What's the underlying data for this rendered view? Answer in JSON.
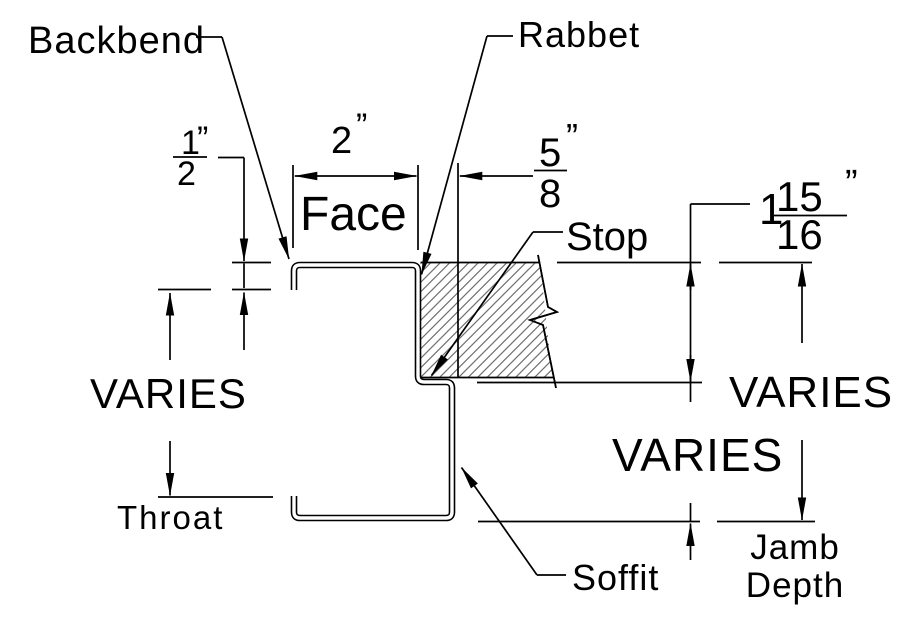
{
  "diagram": {
    "labels": {
      "backbend": "Backbend",
      "rabbet": "Rabbet",
      "face": "Face",
      "stop": "Stop",
      "soffit": "Soffit",
      "throat": "Throat",
      "jamb": "Jamb",
      "depth": "Depth",
      "varies_left": "VARIES",
      "varies_middle": "VARIES",
      "varies_right": "VARIES"
    },
    "dimensions": {
      "backbend_height": {
        "numerator": "1",
        "denominator": "2",
        "unit": "”"
      },
      "face_width": {
        "value": "2",
        "unit": "”"
      },
      "stop_width": {
        "numerator": "5",
        "denominator": "8",
        "unit": "”"
      },
      "rabbet_depth": {
        "whole": "1",
        "numerator": "15",
        "denominator": "16",
        "unit": "”"
      }
    },
    "colors": {
      "line": "#000000",
      "hatch": "#707070",
      "background": "#ffffff"
    }
  }
}
